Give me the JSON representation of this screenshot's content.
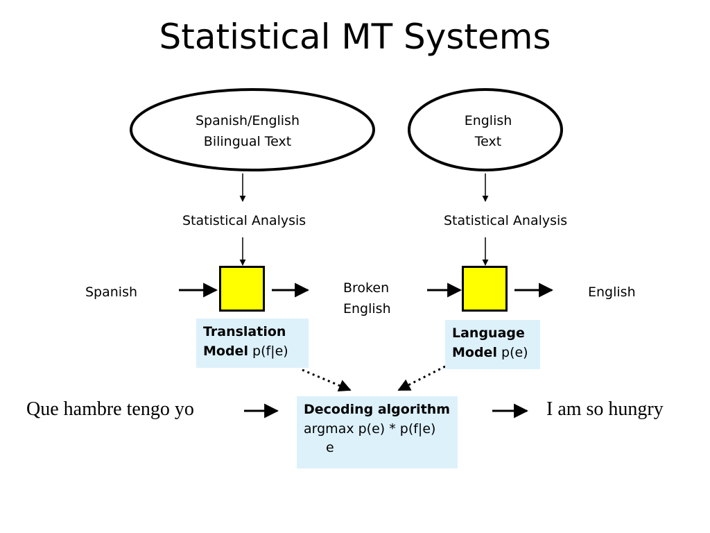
{
  "title": "Statistical MT Systems",
  "sources": {
    "bilingual": {
      "line1": "Spanish/English",
      "line2": "Bilingual Text"
    },
    "english": {
      "line1": "English",
      "line2": "Text"
    }
  },
  "analysis": {
    "left": "Statistical Analysis",
    "right": "Statistical Analysis"
  },
  "flow": {
    "input": "Spanish",
    "intermediate_line1": "Broken",
    "intermediate_line2": "English",
    "output": "English"
  },
  "translation_model": {
    "name_line1": "Translation",
    "name_line2": "Model",
    "formula": "p(f|e)"
  },
  "language_model": {
    "name_line1": "Language",
    "name_line2": "Model",
    "formula": "p(e)"
  },
  "decoder": {
    "name": "Decoding algorithm",
    "formula": "argmax p(e) * p(f|e)",
    "subscript": "e"
  },
  "example": {
    "input": "Que hambre tengo yo",
    "output": "I am so hungry"
  }
}
